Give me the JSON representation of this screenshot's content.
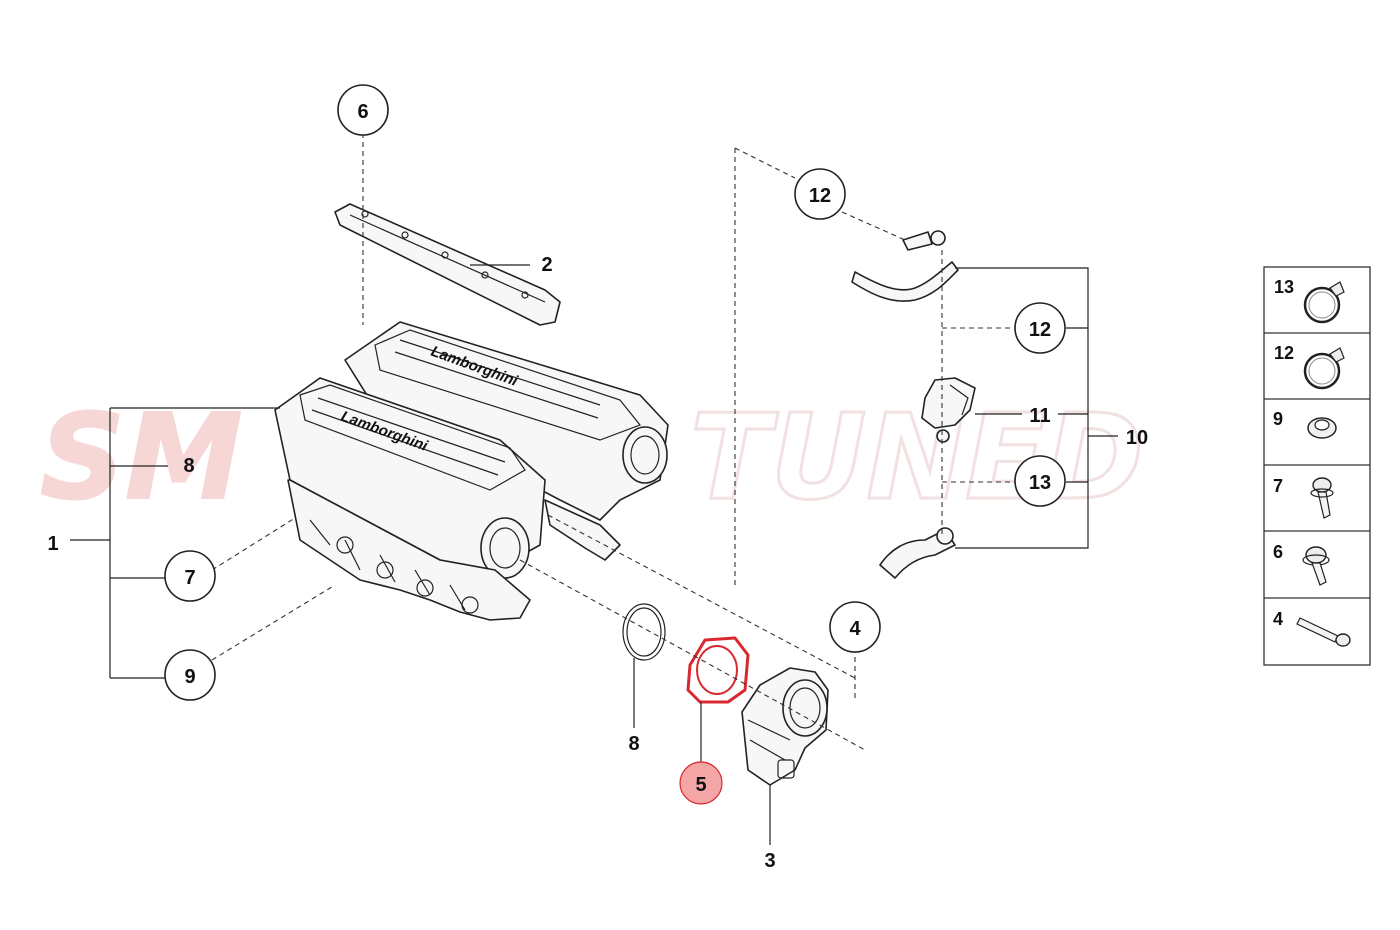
{
  "watermark": {
    "left": "SM",
    "right": "TUNED",
    "color": "#f2b5b5"
  },
  "highlight_color": "#d9282f",
  "highlight_fill": "#f4a6a6",
  "callouts": {
    "c6": "6",
    "c12a": "12",
    "c12b": "12",
    "c13": "13",
    "c7": "7",
    "c9": "9",
    "c4": "4",
    "c5": "5"
  },
  "labels": {
    "l1": "1",
    "l2": "2",
    "l3": "3",
    "l8a": "8",
    "l8b": "8",
    "l10": "10",
    "l11": "11"
  },
  "legend": [
    {
      "num": "13",
      "icon": "hose-clamp-icon"
    },
    {
      "num": "12",
      "icon": "hose-clamp-icon"
    },
    {
      "num": "9",
      "icon": "grommet-icon"
    },
    {
      "num": "7",
      "icon": "screw-washer-icon"
    },
    {
      "num": "6",
      "icon": "flange-screw-icon"
    },
    {
      "num": "4",
      "icon": "bolt-icon"
    }
  ],
  "manifold_brand": "Lamborghini"
}
